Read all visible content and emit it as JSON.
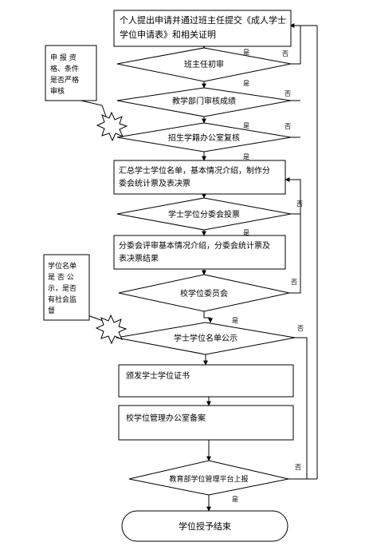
{
  "nodes": {
    "n1_line1": "个人提出申请并通过班主任提交《成人学士",
    "n1_line2": "学位申请表》和相关证明",
    "d1": "班主任初审",
    "d2": "教学部门审核成绩",
    "d3": "招生学籍办公室复核",
    "n2_line1": "汇总学士学位名单，基本情况介绍，制作分",
    "n2_line2": "委会统计票及表决票",
    "d4": "学士学位分委会投票",
    "n3_line1": "分委会评审基本情况介绍，分委会统计票及",
    "n3_line2": "表决票结果",
    "d5": "校学位委员会",
    "d6": "学士学位名单公示",
    "n4": "颁发学士学位证书",
    "n5": "校学位管理办公室备案",
    "d7": "教育部学位管理平台上报",
    "end": "学位授予结束"
  },
  "notes": {
    "note1_lines": [
      "申 报 资",
      "格、条件",
      "是否严格",
      "审核"
    ],
    "note2_lines": [
      "学位名单",
      "是 否 公",
      "示，是否",
      "有社会监",
      "督"
    ]
  },
  "labels": {
    "yes": "是",
    "no": "否"
  }
}
